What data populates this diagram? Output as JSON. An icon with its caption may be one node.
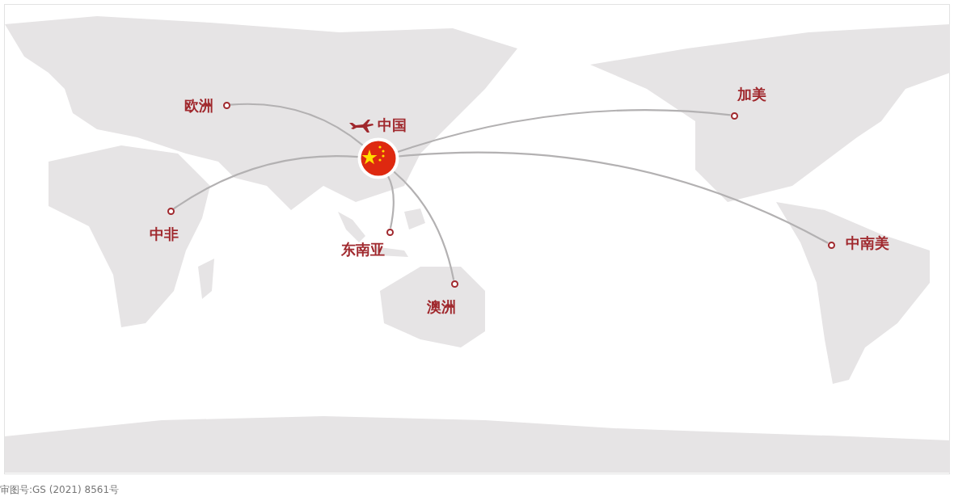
{
  "diagram": {
    "nodes": [
      {
        "text": [],
        "shape": "picture",
        "beside": [
          "中国"
        ]
      },
      {
        "text": [],
        "shape": "circle",
        "beside": [
          "欧洲"
        ]
      },
      {
        "text": [],
        "shape": "circle",
        "beside": [
          "中非"
        ]
      },
      {
        "text": [],
        "shape": "circle",
        "beside": [
          "东南亚"
        ]
      },
      {
        "text": [],
        "shape": "circle",
        "beside": [
          "澳洲"
        ]
      },
      {
        "text": [],
        "shape": "circle",
        "beside": [
          "加美"
        ]
      },
      {
        "text": [],
        "shape": "circle",
        "beside": [
          "中南美"
        ]
      }
    ],
    "edges": [
      {
        "from": 0,
        "to": 1,
        "arrow": "none"
      },
      {
        "from": 0,
        "to": 2,
        "arrow": "none"
      },
      {
        "from": 0,
        "to": 3,
        "arrow": "none"
      },
      {
        "from": 0,
        "to": 4,
        "arrow": "none"
      },
      {
        "from": 0,
        "to": 5,
        "arrow": "none"
      },
      {
        "from": 0,
        "to": 6,
        "arrow": "none"
      }
    ],
    "labels": [
      "审图号:GS (2021) 8561号"
    ]
  }
}
